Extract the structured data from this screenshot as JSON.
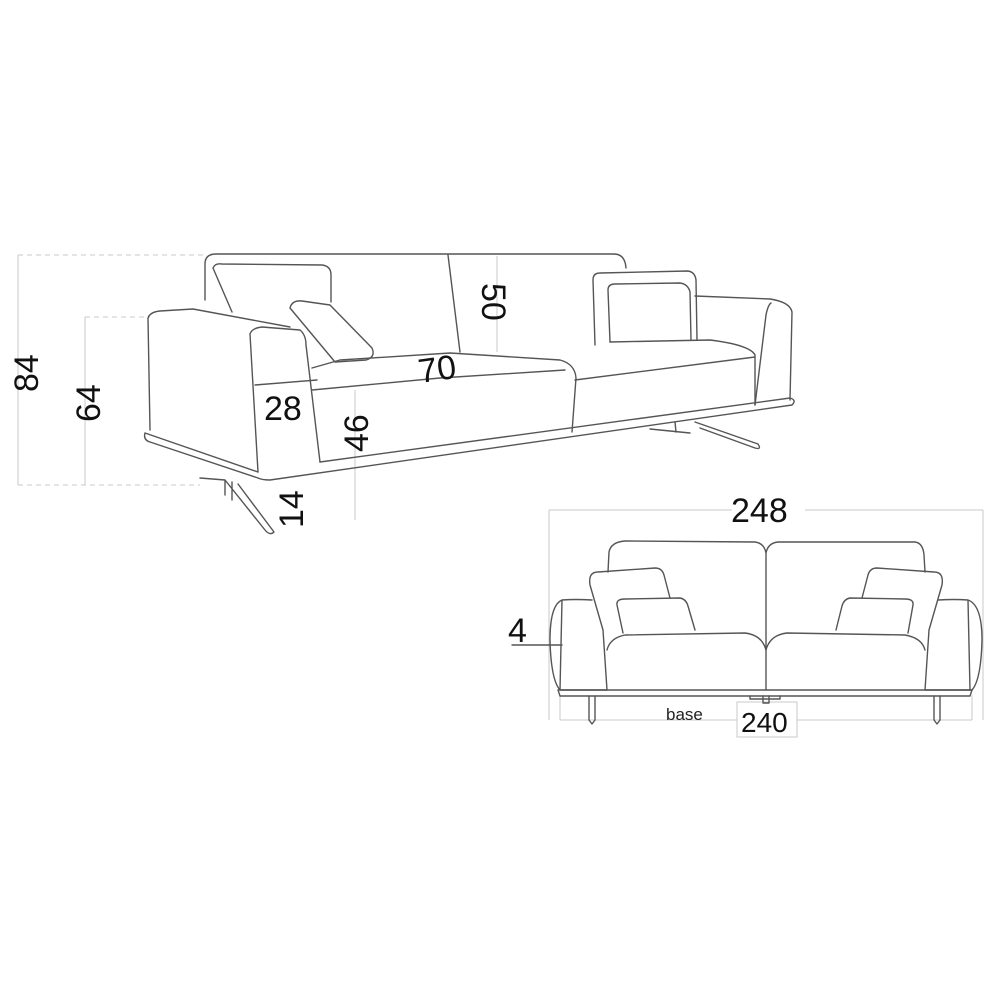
{
  "perspective_view": {
    "total_height": "84",
    "arm_height": "64",
    "arm_width": "28",
    "seat_depth": "70",
    "back_height": "50",
    "seat_height": "46",
    "leg_height": "14"
  },
  "front_view": {
    "total_width": "248",
    "arm_offset": "4",
    "base_label": "base",
    "base_width": "240"
  }
}
